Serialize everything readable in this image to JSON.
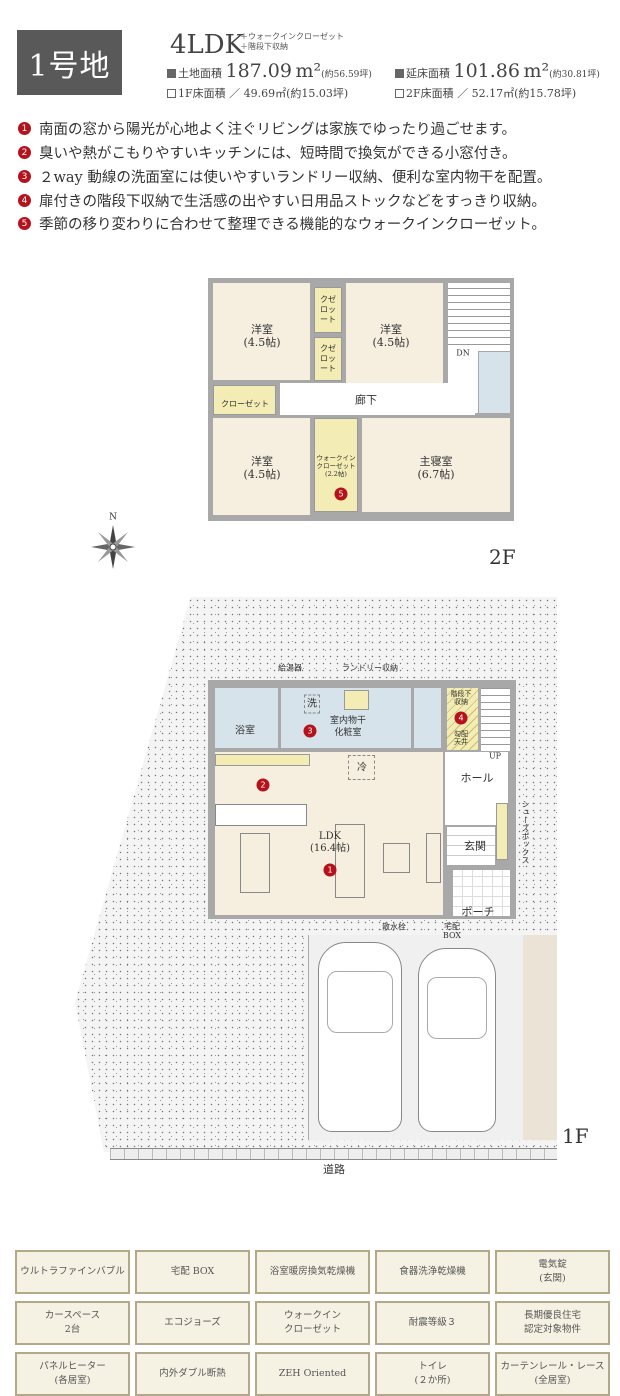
{
  "header": {
    "lot": "1号地",
    "layout": "4LDK",
    "layout_extras": [
      "＋ウォークインクローゼット",
      "＋階段下収納"
    ],
    "land_area": {
      "label": "土地面積",
      "value": "187.09",
      "unit": "m²",
      "tsubo": "(約56.59坪)"
    },
    "floor_area": {
      "label": "延床面積",
      "value": "101.86",
      "unit": "m²",
      "tsubo": "(約30.81坪)"
    },
    "floor1": "1F床面積 ／ 49.69㎡(約15.03坪)",
    "floor2": "2F床面積 ／ 52.17㎡(約15.78坪)"
  },
  "features": [
    {
      "num": "1",
      "text": "南面の窓から陽光が心地よく注ぐリビングは家族でゆったり過ごせます。"
    },
    {
      "num": "2",
      "text": "臭いや熱がこもりやすいキッチンには、短時間で換気ができる小窓付き。"
    },
    {
      "num": "3",
      "text": "２way 動線の洗面室には使いやすいランドリー収納、便利な室内物干を配置。"
    },
    {
      "num": "4",
      "text": "扉付きの階段下収納で生活感の出やすい日用品ストックなどをすっきり収納。"
    },
    {
      "num": "5",
      "text": "季節の移り変わりに合わせて整理できる機能的なウォークインクローゼット。"
    }
  ],
  "plan2f": {
    "floor": "2F",
    "compass": "N",
    "rooms": {
      "western1": "洋室\n(4.5帖)",
      "western2": "洋室\n(4.5帖)",
      "western3": "洋室\n(4.5帖)",
      "master": "主寝室\n(6.7帖)",
      "hall": "廊下",
      "closet": "クローゼット",
      "closet_a": "クゼ\nロッ\nート",
      "closet_b": "クゼ\nロッ\nート",
      "wic": "ウォークイン\nクローゼット\n(2.2帖)",
      "dn": "DN",
      "wic_num": "5"
    }
  },
  "plan1f": {
    "floor": "1F",
    "rooms": {
      "bath": "浴室",
      "wash": "洗",
      "vanity": "室内物干\n化粧室",
      "fridge": "冷",
      "ldk": "LDK\n(16.4帖)",
      "hall": "ホール",
      "entrance": "玄関",
      "porch": "ポーチ",
      "under_stairs": "階段下\n収納",
      "loft": "勾配\n天井",
      "up": "UP",
      "shoebox": "シューズボックス",
      "water_heater": "給湯器",
      "laundry": "ランドリー収納",
      "faucet": "散水栓",
      "delivery_box": "宅配\nBOX",
      "road": "道路"
    },
    "nums": {
      "ldk": "1",
      "kitchen": "2",
      "vanity": "3",
      "storage": "4"
    }
  },
  "equipment": [
    "ウルトラファインバブル",
    "宅配 BOX",
    "浴室暖房換気乾燥機",
    "食器洗浄乾燥機",
    "電気錠\n(玄関)",
    "カースペース\n2台",
    "エコジョーズ",
    "ウォークイン\nクローゼット",
    "耐震等級３",
    "長期優良住宅\n認定対象物件",
    "パネルヒーター\n(各居室)",
    "内外ダブル断熱",
    "ZEH Oriented",
    "トイレ\n(２か所)",
    "カーテンレール・レース\n(全居室)"
  ],
  "colors": {
    "accent": "#b5121b",
    "header_box": "#595959",
    "cell_bg": "#f5f2e4",
    "cell_border": "#b3a98a"
  }
}
